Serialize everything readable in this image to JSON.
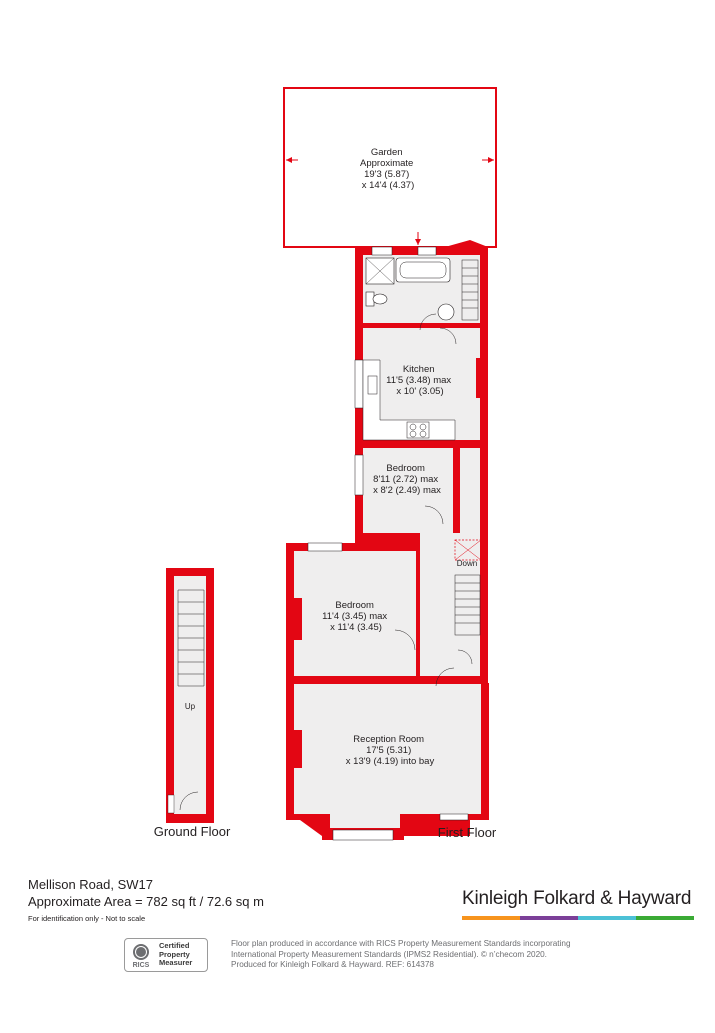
{
  "floors": {
    "ground_label": "Ground Floor",
    "first_label": "First Floor"
  },
  "rooms": {
    "garden": [
      "Garden",
      "Approximate",
      "19'3 (5.87)",
      "x 14'4 (4.37)"
    ],
    "kitchen": [
      "Kitchen",
      "11'5 (3.48) max",
      "x 10' (3.05)"
    ],
    "bedroom_small": [
      "Bedroom",
      "8'11 (2.72) max",
      "x 8'2 (2.49) max"
    ],
    "bedroom_large": [
      "Bedroom",
      "11'4 (3.45) max",
      "x 11'4 (3.45)"
    ],
    "reception": [
      "Reception Room",
      "17'5 (5.31)",
      "x 13'9 (4.19) into bay"
    ]
  },
  "stairs": {
    "up_label": "Up",
    "down_label": "Down"
  },
  "property": {
    "address": "Mellison Road, SW17",
    "area": "Approximate Area = 782 sq ft / 72.6 sq m",
    "disclaimer": "For identification only - Not to scale"
  },
  "brand": {
    "name": "Kinleigh Folkard & Hayward",
    "bar_colors": [
      "#f7941d",
      "#7b3f98",
      "#4cc1d6",
      "#3aaa35"
    ]
  },
  "certification": {
    "seal_text": "RICS",
    "label_lines": [
      "Certified",
      "Property",
      "Measurer"
    ]
  },
  "footnote": {
    "line1": "Floor plan produced in accordance with RICS Property Measurement Standards incorporating",
    "line2": "International Property Measurement Standards (IPMS2 Residential). © n’checom 2020.",
    "line3": "Produced for Kinleigh Folkard & Hayward.   REF: 614378"
  },
  "colors": {
    "wall": "#e30613",
    "floor": "#efeeee",
    "line": "#231f20"
  }
}
